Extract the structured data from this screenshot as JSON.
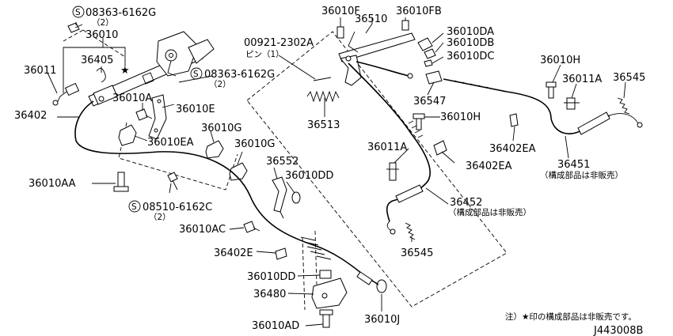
{
  "diagram_code": "J443008B",
  "note": "注）★印の構成部品は非販売です。",
  "labels": {
    "bolt_08363_top": "08363-6162G",
    "qty_top": "（2）",
    "p36010": "36010",
    "p36405": "36405",
    "p36011": "36011",
    "p36402": "36402",
    "p36010A": "36010A",
    "p36010E": "36010E",
    "p36010EA": "36010EA",
    "p36010G_1": "36010G",
    "p36010G_2": "36010G",
    "p36552": "36552",
    "p36010DD_1": "36010DD",
    "p36010AA": "36010AA",
    "bolt_08510": "08510-6162C",
    "qty_08510": "（2）",
    "p36010AC": "36010AC",
    "p36402E": "36402E",
    "p36010DD_2": "36010DD",
    "p36480": "36480",
    "p36010AD": "36010AD",
    "p36010J": "36010J",
    "p36010F": "36010F",
    "p36510": "36510",
    "p36010FB": "36010FB",
    "pin_00921": "00921-2302A",
    "pin_qty": "ピン（1）",
    "bolt_08363_mid": "08363-6162G",
    "qty_mid": "（2）",
    "p36513": "36513",
    "p36010DA": "36010DA",
    "p36010DB": "36010DB",
    "p36010DC": "36010DC",
    "p36547": "36547",
    "p36010H_1": "36010H",
    "p36010H_2": "36010H",
    "p36011A_1": "36011A",
    "p36011A_2": "36011A",
    "p36545_1": "36545",
    "p36545_2": "36545",
    "p36402EA_1": "36402EA",
    "p36402EA_2": "36402EA",
    "p36451": "36451",
    "note_36451": "（構成部品は非販売）",
    "p36452": "36452",
    "note_36452": "（構成部品は非販売）"
  }
}
